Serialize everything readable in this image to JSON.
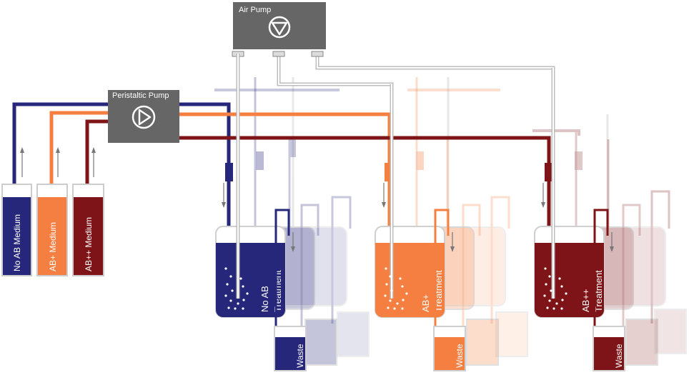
{
  "pumps": {
    "air": {
      "label": "Air Pump",
      "icon": "air-pump-icon"
    },
    "peristaltic": {
      "label": "Peristaltic Pump",
      "icon": "peristaltic-pump-icon"
    }
  },
  "media": [
    {
      "label": "No AB Medium",
      "color": "#26277a"
    },
    {
      "label": "AB+ Medium",
      "color": "#f47f40"
    },
    {
      "label": "AB++ Medium",
      "color": "#7e1417"
    }
  ],
  "treatments": [
    {
      "line1": "No AB",
      "line2": "Treatment",
      "color": "#26277a",
      "waste": "Waste"
    },
    {
      "line1": "AB+",
      "line2": "Treatment",
      "color": "#f47f40",
      "waste": "Waste"
    },
    {
      "line1": "AB++",
      "line2": "Treatment",
      "color": "#7e1417",
      "waste": "Waste"
    }
  ],
  "colors": {
    "pump_body": "#666666",
    "air_tube": "#cccccc",
    "container_outline": "#cfcfcf"
  }
}
